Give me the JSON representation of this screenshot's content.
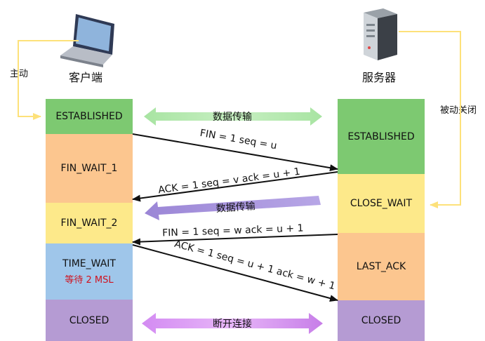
{
  "client": {
    "role_label": "客户端",
    "initiator_label": "主动"
  },
  "server": {
    "role_label": "服务器",
    "passive_label": "被动关闭"
  },
  "client_states": {
    "established": "ESTABLISHED",
    "fin_wait_1": "FIN_WAIT_1",
    "fin_wait_2": "FIN_WAIT_2",
    "time_wait": "TIME_WAIT",
    "time_wait_note": "等待 2 MSL",
    "closed": "CLOSED"
  },
  "server_states": {
    "established": "ESTABLISHED",
    "close_wait": "CLOSE_WAIT",
    "last_ack": "LAST_ACK",
    "closed": "CLOSED"
  },
  "messages": {
    "data_transfer_1": "数据传输",
    "fin_1": "FIN = 1 seq = u",
    "ack_1": "ACK = 1 seq = v ack = u + 1",
    "data_transfer_2": "数据传输",
    "fin_2": "FIN = 1 seq = w ack = u + 1",
    "ack_2": "ACK = 1 seq = u + 1 ack = w + 1",
    "disconnect": "断开连接"
  },
  "colors": {
    "established": "#7dc971",
    "fin_wait_1": "#fcc68f",
    "fin_wait_2": "#fde98a",
    "time_wait": "#9fc6ea",
    "closed": "#b59bd3",
    "connector": "#fde17a",
    "note_red": "#d0121e"
  },
  "icons": {
    "client": "laptop-icon",
    "server": "server-tower-icon"
  }
}
